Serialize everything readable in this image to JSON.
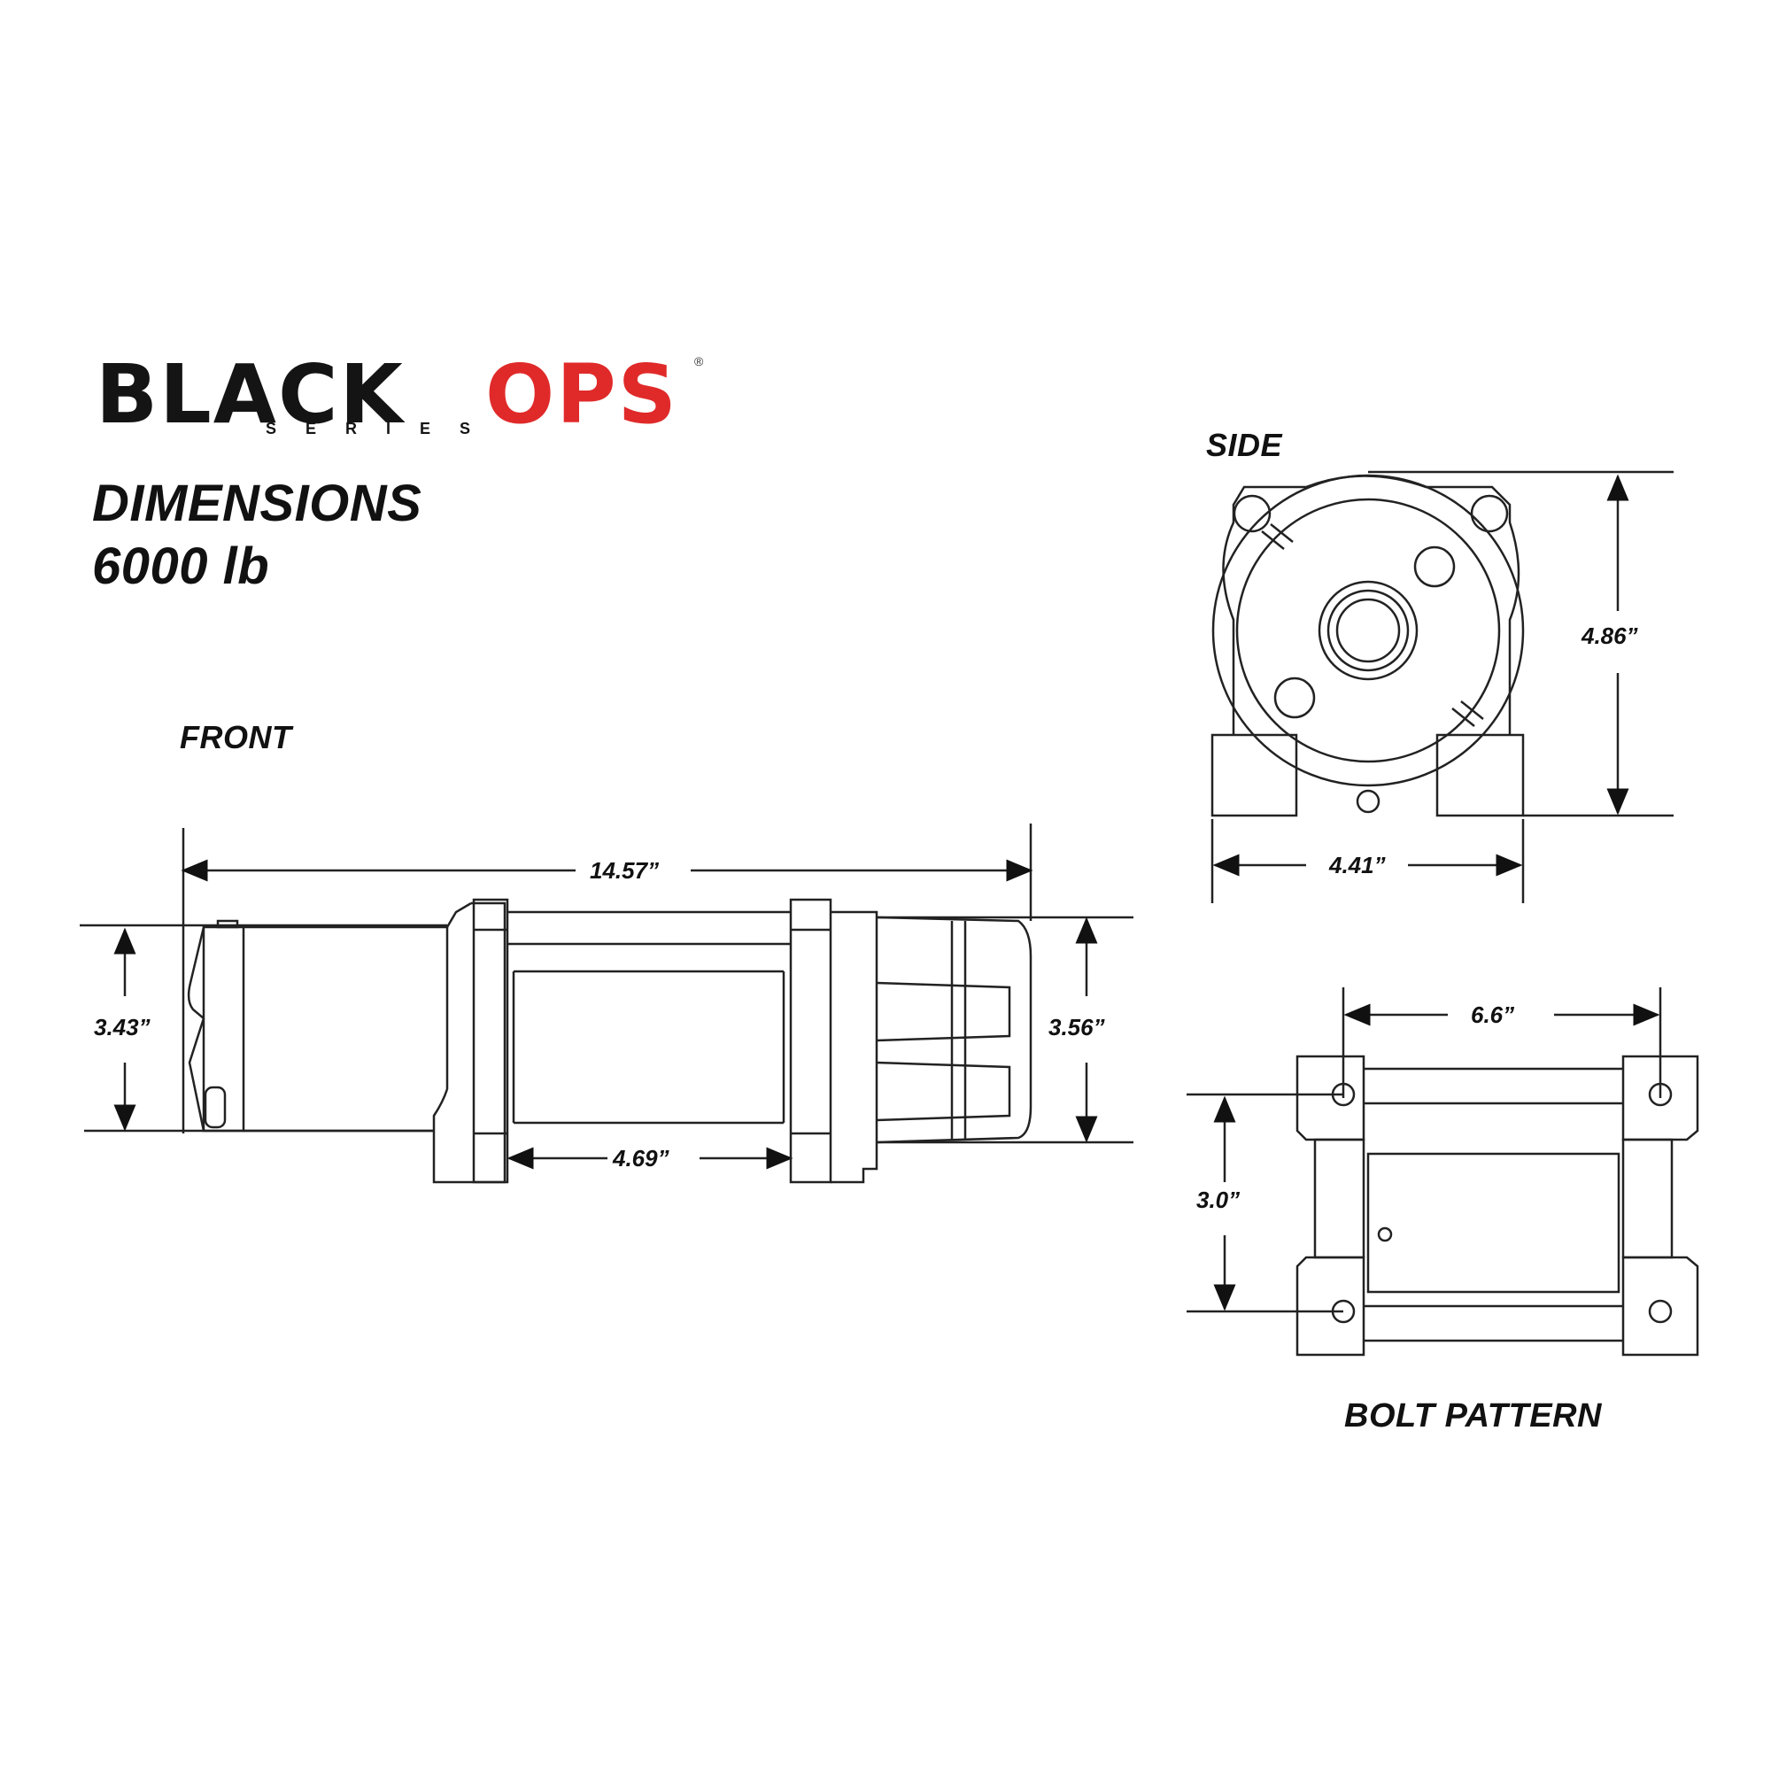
{
  "logo": {
    "word1": "BLACK",
    "word2": "OPS",
    "registered": "®",
    "subtitle": "SERIES",
    "accent_color": "#e02a2a"
  },
  "title": {
    "line1": "DIMENSIONS",
    "line2": "6000 lb"
  },
  "views": {
    "front": {
      "label": "FRONT",
      "overall_length": "14.57”",
      "left_height": "3.43”",
      "right_height": "3.56”",
      "foot_spacing": "4.69”"
    },
    "side": {
      "label": "SIDE",
      "height": "4.86”",
      "width": "4.41”"
    },
    "bolt_pattern": {
      "label": "BOLT PATTERN",
      "horizontal": "6.6”",
      "vertical": "3.0”"
    }
  }
}
